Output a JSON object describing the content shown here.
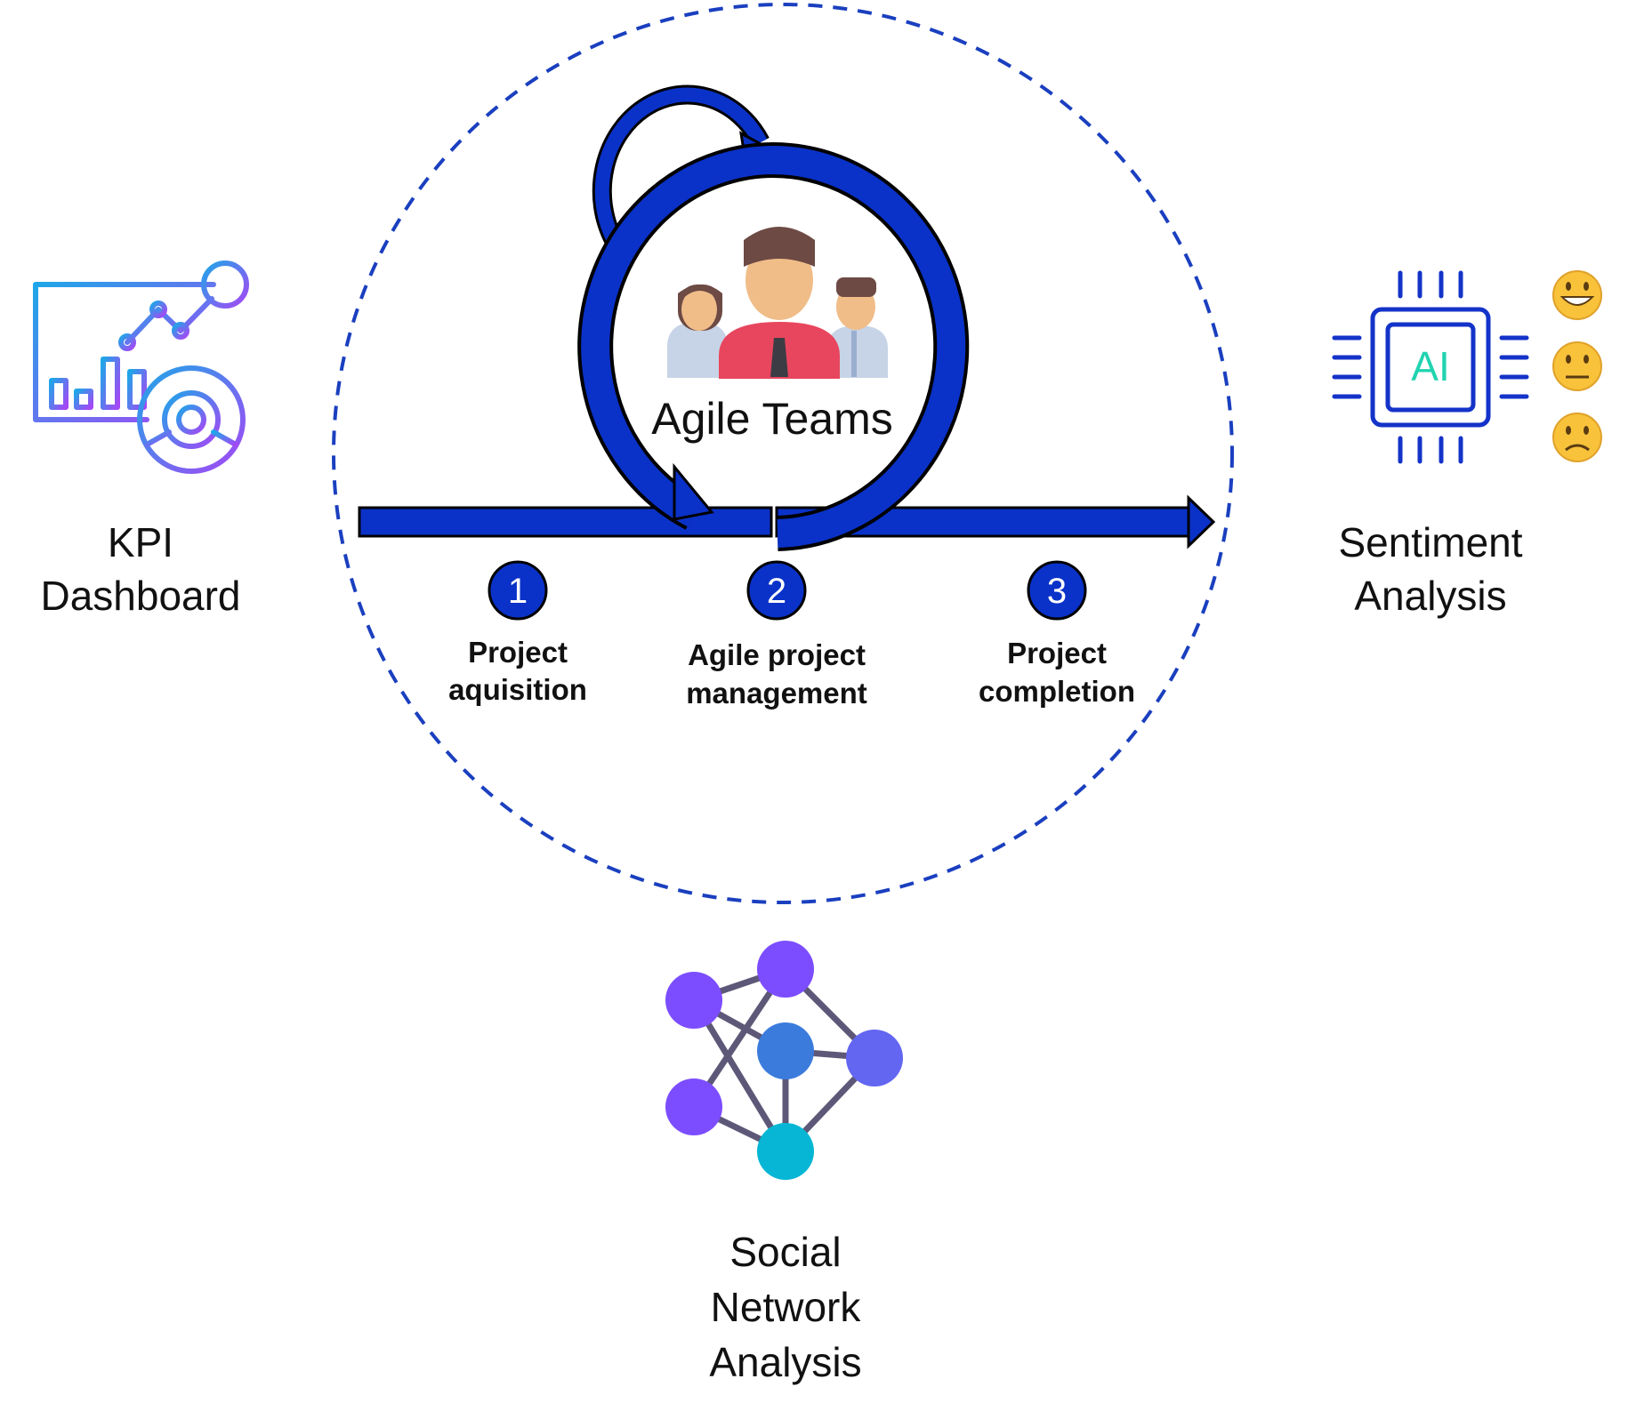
{
  "center": {
    "title": "Agile Teams"
  },
  "steps": [
    {
      "number": "1",
      "label_line1": "Project",
      "label_line2": "aquisition"
    },
    {
      "number": "2",
      "label_line1": "Agile project",
      "label_line2": "management"
    },
    {
      "number": "3",
      "label_line1": "Project",
      "label_line2": "completion"
    }
  ],
  "tools": {
    "kpi": {
      "line1": "KPI",
      "line2": "Dashboard",
      "icon": "kpi-dashboard-icon"
    },
    "sentiment": {
      "line1": "Sentiment",
      "line2": "Analysis",
      "icon": "ai-chip-icon",
      "chip_text": "AI",
      "emojis": [
        "😄",
        "😐",
        "🙁"
      ]
    },
    "sna": {
      "line1": "Social",
      "line2": "Network",
      "line3": "Analysis",
      "icon": "network-graph-icon"
    }
  },
  "colors": {
    "primary_blue": "#0a32c8",
    "dash_circle": "#1a3fbf",
    "network_purple": "#7c4dff",
    "network_blue": "#3b7bdc",
    "network_teal": "#06b6d4",
    "ai_teal": "#22d3b0"
  }
}
